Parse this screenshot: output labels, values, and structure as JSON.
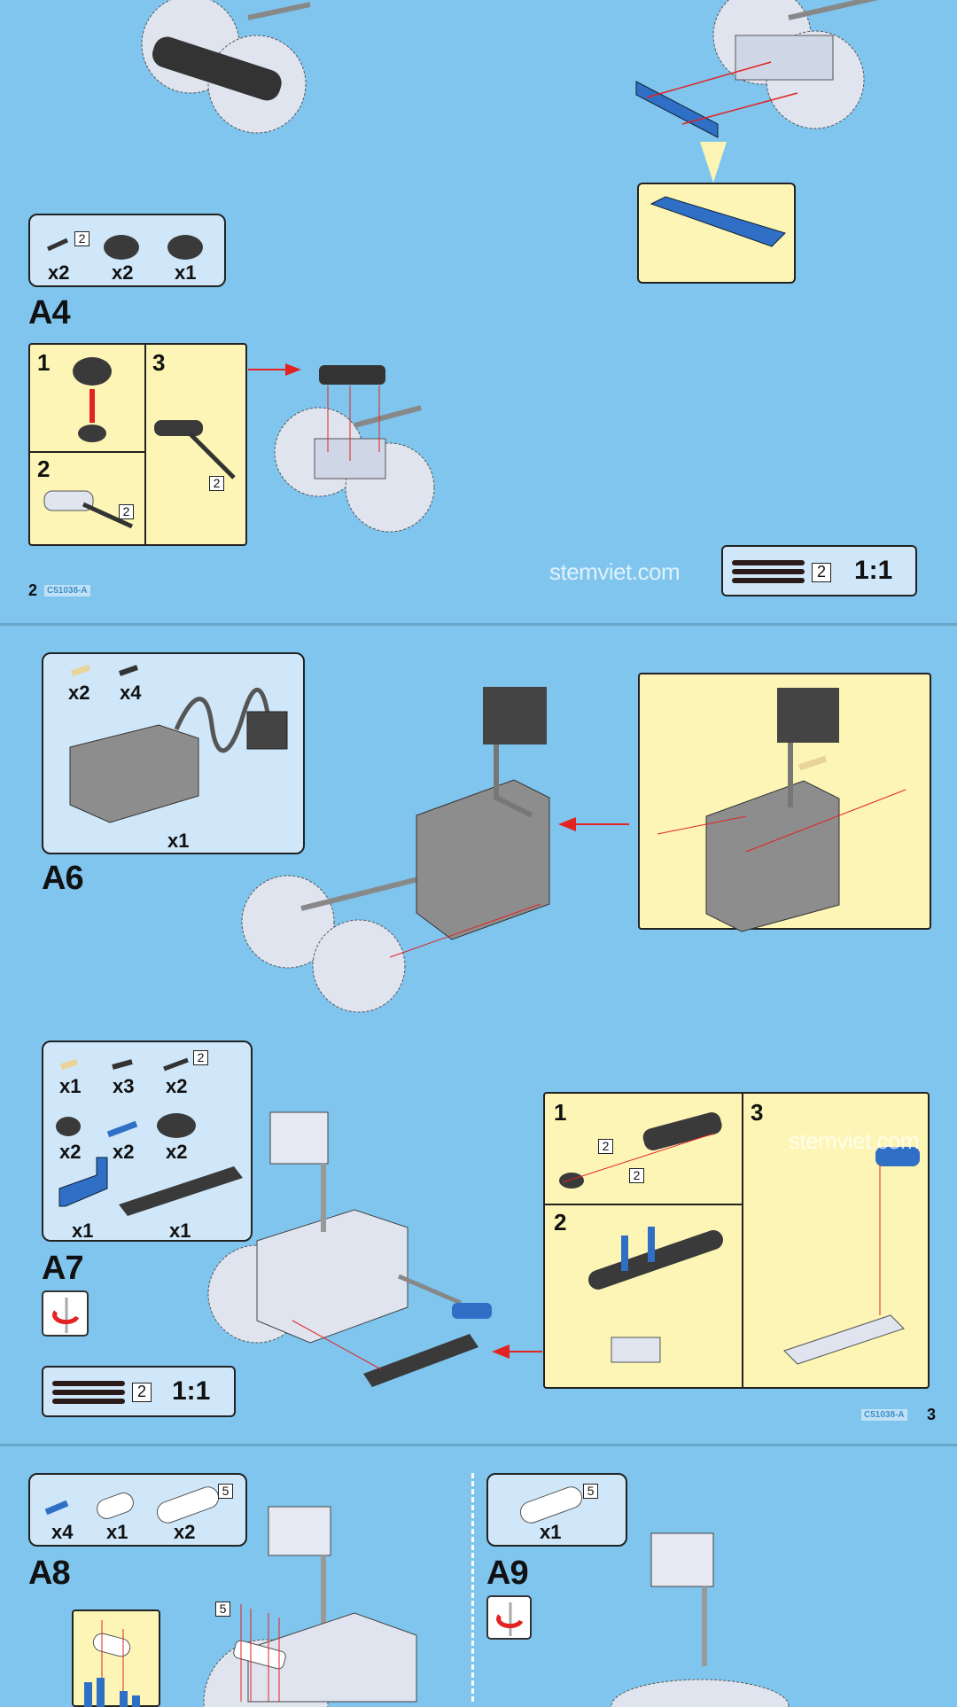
{
  "document_code": "C51038-A",
  "watermark": "stemviet.com",
  "page2": {
    "page_number": "2",
    "a4_parts": [
      {
        "count": "x2",
        "length": "2"
      },
      {
        "count": "x2"
      },
      {
        "count": "x1"
      }
    ],
    "step_label": "A4",
    "substeps": {
      "s1": "1",
      "s2": "2",
      "s3": "3",
      "s2_length": "2",
      "s3_length": "2"
    },
    "scale": {
      "length": "2",
      "ratio": "1:1"
    }
  },
  "page3": {
    "page_number": "3",
    "a6_parts": [
      {
        "count": "x2"
      },
      {
        "count": "x4"
      },
      {
        "count": "x1"
      }
    ],
    "a6_label": "A6",
    "a7_parts": [
      {
        "count": "x1"
      },
      {
        "count": "x3"
      },
      {
        "count": "x2",
        "length": "2"
      },
      {
        "count": "x2"
      },
      {
        "count": "x2"
      },
      {
        "count": "x2"
      },
      {
        "count": "x1"
      },
      {
        "count": "x1"
      }
    ],
    "a7_label": "A7",
    "a7_substeps": {
      "s1": "1",
      "s2": "2",
      "s3": "3",
      "len_a": "2",
      "len_b": "2"
    },
    "scale": {
      "length": "2",
      "ratio": "1:1"
    }
  },
  "page4": {
    "a8_parts": [
      {
        "count": "x4"
      },
      {
        "count": "x1"
      },
      {
        "count": "x2",
        "length": "5"
      }
    ],
    "a8_label": "A8",
    "a8_beam_length": "5",
    "a9_parts": [
      {
        "count": "x1",
        "length": "5"
      }
    ],
    "a9_label": "A9"
  },
  "colors": {
    "background": "#7fc5ee",
    "parts_box": "#cfe7f8",
    "callout": "#fdf5b5",
    "arrow": "#e32222"
  }
}
